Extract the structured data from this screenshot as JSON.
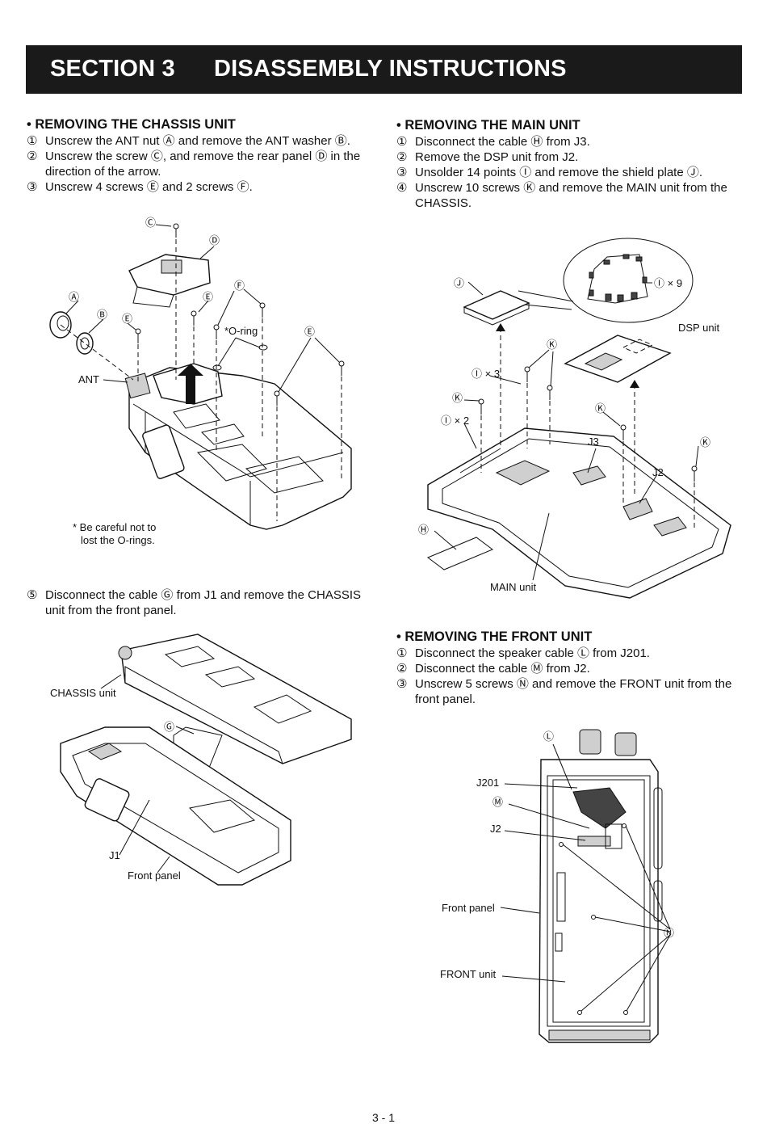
{
  "header": {
    "section_number": "SECTION 3",
    "title": "DISASSEMBLY INSTRUCTIONS"
  },
  "chassis": {
    "heading": "• REMOVING THE CHASSIS UNIT",
    "steps": [
      {
        "num": "①",
        "text": "Unscrew the ANT nut Ⓐ and remove the ANT washer Ⓑ."
      },
      {
        "num": "②",
        "text": "Unscrew the screw Ⓒ, and remove the rear panel Ⓓ in the direction of the arrow."
      },
      {
        "num": "③",
        "text": "Unscrew 4 screws Ⓔ and 2 screws Ⓕ."
      }
    ],
    "step5": {
      "num": "⑤",
      "text": "Disconnect the cable Ⓖ from J1 and remove the CHASSIS unit from the front panel."
    },
    "fig1_labels": {
      "c": "Ⓒ",
      "d": "Ⓓ",
      "a": "Ⓐ",
      "b": "Ⓑ",
      "e1": "Ⓔ",
      "e2": "Ⓔ",
      "e3": "Ⓔ",
      "f": "Ⓕ",
      "oring": "*O-ring",
      "ant": "ANT",
      "note_line1": "* Be careful not to",
      "note_line2": "lost the O-rings."
    },
    "fig2_labels": {
      "chassis_unit": "CHASSIS unit",
      "g": "Ⓖ",
      "j1": "J1",
      "front_panel": "Front panel"
    }
  },
  "main_unit": {
    "heading": "• REMOVING THE MAIN UNIT",
    "steps": [
      {
        "num": "①",
        "text": "Disconnect the cable Ⓗ from J3."
      },
      {
        "num": "②",
        "text": "Remove the DSP unit from J2."
      },
      {
        "num": "③",
        "text": "Unsolder 14 points Ⓘ and remove the shield plate Ⓙ."
      },
      {
        "num": "④",
        "text": "Unscrew 10 screws Ⓚ and remove the MAIN unit from the CHASSIS."
      }
    ],
    "fig_labels": {
      "j": "Ⓙ",
      "i9": "Ⓘ × 9",
      "dsp_unit": "DSP unit",
      "k1": "Ⓚ",
      "i3": "Ⓘ × 3",
      "k2": "Ⓚ",
      "i2": "Ⓘ × 2",
      "k3": "Ⓚ",
      "k4": "Ⓚ",
      "j3": "J3",
      "j2": "J2",
      "h": "Ⓗ",
      "main_unit": "MAIN unit"
    }
  },
  "front_unit": {
    "heading": "• REMOVING THE FRONT UNIT",
    "steps": [
      {
        "num": "①",
        "text": "Disconnect the speaker cable Ⓛ from J201."
      },
      {
        "num": "②",
        "text": "Disconnect the cable Ⓜ from J2."
      },
      {
        "num": "③",
        "text": "Unscrew 5 screws Ⓝ and remove the FRONT unit from the front panel."
      }
    ],
    "fig_labels": {
      "l": "Ⓛ",
      "j201": "J201",
      "m": "Ⓜ",
      "j2": "J2",
      "front_panel": "Front panel",
      "n": "Ⓝ",
      "front_unit": "FRONT unit"
    }
  },
  "page_number": "3 - 1"
}
